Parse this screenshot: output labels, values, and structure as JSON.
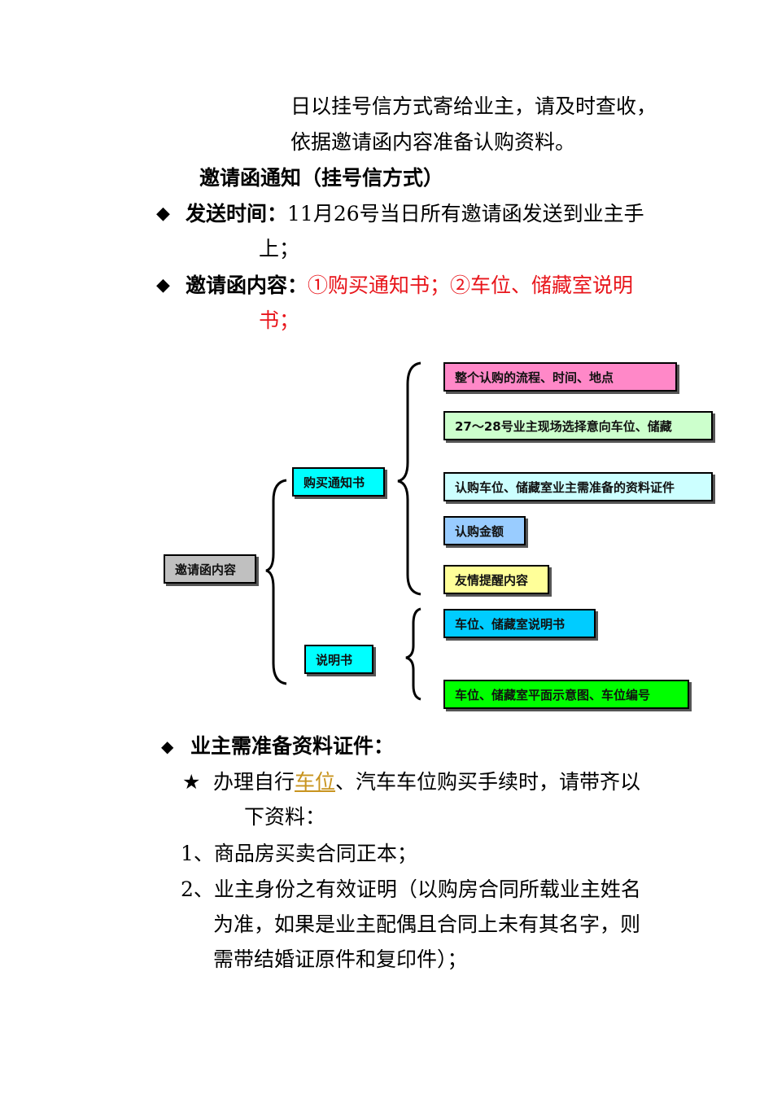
{
  "intro": {
    "line1": "日以挂号信方式寄给业主，请及时查收，",
    "line2": "依据邀请函内容准备认购资料。"
  },
  "section_title": "邀请函通知（挂号信方式）",
  "bullet_glyph": "◆",
  "send_time": {
    "label": "发送时间：",
    "text": "11月26号当日所有邀请函发送到业主手",
    "text_cont": "上；"
  },
  "invite_content": {
    "label": "邀请函内容：",
    "text": "①购买通知书；②车位、储藏室说明",
    "text_cont": "书；"
  },
  "diagram": {
    "root": "邀请函内容",
    "branch1": "购买通知书",
    "branch2": "说明书",
    "leaves1": [
      "整个认购的流程、时间、地点",
      "27～28号业主现场选择意向车位、储藏",
      "认购车位、储藏室业主需准备的资料证件",
      "认购金额",
      "友情提醒内容"
    ],
    "leaves2": [
      "车位、储藏室说明书",
      "车位、储藏室平面示意图、车位编号"
    ],
    "colors": {
      "root": "#c0c0c0",
      "branch": "#00ffff",
      "leaf_pink": "#ff88c8",
      "leaf_lightgreen": "#ccffcc",
      "leaf_lightcyan": "#ccffff",
      "leaf_blue": "#99ccff",
      "leaf_yellow": "#ffff99",
      "leaf_sky": "#00ccff",
      "leaf_green": "#00ff00"
    }
  },
  "owner_docs": {
    "title": "业主需准备资料证件：",
    "star_glyph": "★",
    "star_pre": "办理自行",
    "star_link": "车位",
    "star_post": "、汽车车位购买手续时，请带齐以",
    "star_cont": "下资料：",
    "item1": "1、商品房买卖合同正本；",
    "item2_l1": "2、业主身份之有效证明（以购房合同所载业主姓名",
    "item2_l2": "为准，如果是业主配偶且合同上未有其名字，则",
    "item2_l3": "需带结婚证原件和复印件）；"
  }
}
